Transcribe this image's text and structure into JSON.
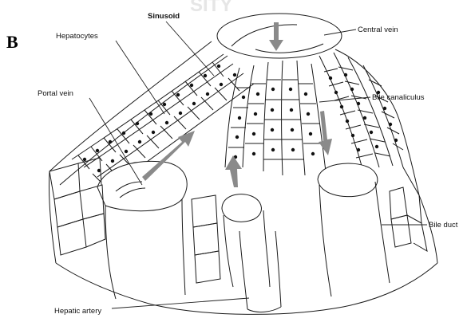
{
  "figure": {
    "watermark": "SITY",
    "panel_letter": "B",
    "labels": {
      "sinusoid": "Sinusoid",
      "hepatocytes": "Hepatocytes",
      "central_vein": "Central vein",
      "portal_vein": "Portal vein",
      "bile_canaliculus": "Bile canaliculus",
      "bile_duct": "Bile duct",
      "hepatic_artery": "Hepatic artery"
    },
    "colors": {
      "line": "#1a1a1a",
      "arrow": "#8a8a8a",
      "background": "#ffffff"
    }
  }
}
